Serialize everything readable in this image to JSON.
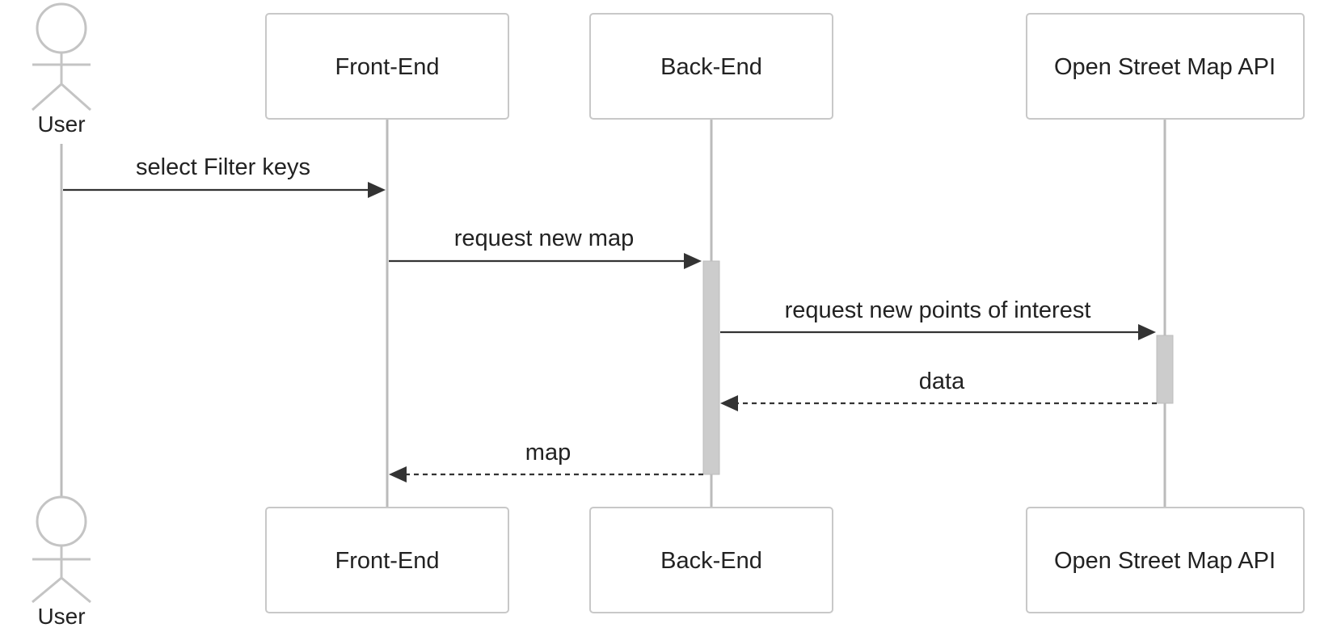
{
  "participants": [
    {
      "id": "user",
      "kind": "actor",
      "label": "User"
    },
    {
      "id": "frontend",
      "kind": "box",
      "label": "Front-End"
    },
    {
      "id": "backend",
      "kind": "box",
      "label": "Back-End"
    },
    {
      "id": "osm",
      "kind": "box",
      "label": "Open Street Map API"
    }
  ],
  "messages": [
    {
      "from": "user",
      "to": "frontend",
      "label": "select Filter keys",
      "style": "solid"
    },
    {
      "from": "frontend",
      "to": "backend",
      "label": "request new map",
      "style": "solid"
    },
    {
      "from": "backend",
      "to": "osm",
      "label": "request new points of interest",
      "style": "solid"
    },
    {
      "from": "osm",
      "to": "backend",
      "label": "data",
      "style": "dashed"
    },
    {
      "from": "backend",
      "to": "frontend",
      "label": "map",
      "style": "dashed"
    }
  ],
  "colors": {
    "box_border": "#c8c8c8",
    "lifeline": "#bbbbbb",
    "activation": "#cccccc",
    "arrow": "#333333",
    "text": "#222222"
  }
}
